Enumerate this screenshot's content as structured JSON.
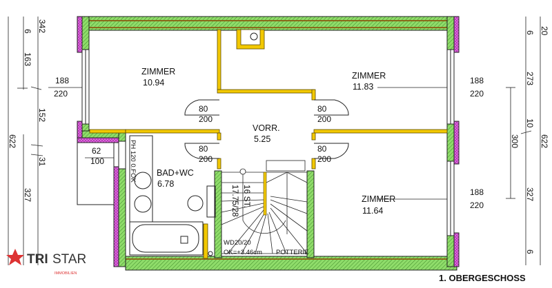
{
  "plan_title": "1. OBERGESCHOSS",
  "logo": {
    "brand_bold": "TRI",
    "brand_light": "STAR",
    "subtitle": "IMMOBILIEN"
  },
  "colors": {
    "wall": "#7fd35a",
    "insulation": "#d84fd8",
    "partition": "#f2c800",
    "line": "#111111"
  },
  "rooms": [
    {
      "name": "ZIMMER",
      "area": "10.94"
    },
    {
      "name": "ZIMMER",
      "area": "11.83"
    },
    {
      "name": "VORR.",
      "area": "5.25"
    },
    {
      "name": "BAD+WC",
      "area": "6.78"
    },
    {
      "name": "ZIMMER",
      "area": "11.64"
    }
  ],
  "doors": [
    {
      "width": "80",
      "height": "200"
    },
    {
      "width": "80",
      "height": "200"
    },
    {
      "width": "80",
      "height": "200"
    },
    {
      "width": "80",
      "height": "200"
    }
  ],
  "windows": [
    {
      "width": "188",
      "height": "220"
    },
    {
      "width": "62",
      "height": "100"
    },
    {
      "width": "188",
      "height": "220"
    },
    {
      "width": "188",
      "height": "220"
    }
  ],
  "bath_note": "PH 120 0.FOK",
  "stair": {
    "steps": "16 ST.",
    "ratio": "17.75/28",
    "wall_note": "WD20/20",
    "level": "OK=+3.46cm",
    "potterie": "POTTERIE"
  },
  "dims_left": {
    "a": "342",
    "b": "6",
    "c": "163",
    "d": "152",
    "e": "31",
    "f": "327",
    "total": "622"
  },
  "dims_right": {
    "a": "20",
    "b": "6",
    "c": "273",
    "d": "10",
    "e": "300",
    "f": "327",
    "g": "6",
    "total": "622"
  }
}
